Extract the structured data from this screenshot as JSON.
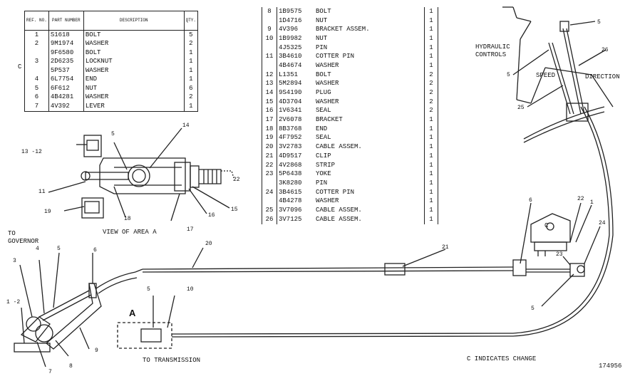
{
  "left_table": {
    "headers": {
      "ref": "REF. NO.",
      "part": "PART NUMBER",
      "desc": "DESCRIPTION",
      "qty": "QTY."
    },
    "rows": [
      {
        "ref": "1",
        "part": "S1618",
        "desc": "BOLT",
        "qty": "5"
      },
      {
        "ref": "2",
        "part": "9M1974",
        "desc": "WASHER",
        "qty": "2"
      },
      {
        "ref": "",
        "part": "9F6580",
        "desc": "BOLT",
        "qty": "1"
      },
      {
        "ref": "3",
        "part": "2D6235",
        "desc": "LOCKNUT",
        "qty": "1"
      },
      {
        "ref": "",
        "part": "5P537",
        "desc": "WASHER",
        "qty": "1"
      },
      {
        "ref": "4",
        "part": "6L7754",
        "desc": "END",
        "qty": "1"
      },
      {
        "ref": "5",
        "part": "6F612",
        "desc": "NUT",
        "qty": "6"
      },
      {
        "ref": "6",
        "part": "4B4281",
        "desc": "WASHER",
        "qty": "2"
      },
      {
        "ref": "7",
        "part": "4V392",
        "desc": "LEVER",
        "qty": "1"
      }
    ],
    "change_marker": "C"
  },
  "right_table": {
    "rows": [
      {
        "ref": "8",
        "part": "1B9575",
        "desc": "BOLT",
        "qty": "1"
      },
      {
        "ref": "",
        "part": "1D4716",
        "desc": "NUT",
        "qty": "1"
      },
      {
        "ref": "9",
        "part": "4V396",
        "desc": "BRACKET ASSEM.",
        "qty": "1"
      },
      {
        "ref": "10",
        "part": "1B9982",
        "desc": "NUT",
        "qty": "1"
      },
      {
        "ref": "",
        "part": "4J5325",
        "desc": "PIN",
        "qty": "1"
      },
      {
        "ref": "11",
        "part": "3B4610",
        "desc": "COTTER PIN",
        "qty": "1"
      },
      {
        "ref": "",
        "part": "4B4674",
        "desc": "WASHER",
        "qty": "1"
      },
      {
        "ref": "12",
        "part": "L1351",
        "desc": "BOLT",
        "qty": "2"
      },
      {
        "ref": "13",
        "part": "5M2894",
        "desc": "WASHER",
        "qty": "2"
      },
      {
        "ref": "14",
        "part": "9S4190",
        "desc": "PLUG",
        "qty": "2"
      },
      {
        "ref": "15",
        "part": "4D3704",
        "desc": "WASHER",
        "qty": "2"
      },
      {
        "ref": "16",
        "part": "1V6341",
        "desc": "SEAL",
        "qty": "2"
      },
      {
        "ref": "17",
        "part": "2V6078",
        "desc": "BRACKET",
        "qty": "1"
      },
      {
        "ref": "18",
        "part": "8B3768",
        "desc": "END",
        "qty": "1"
      },
      {
        "ref": "19",
        "part": "4F7952",
        "desc": "SEAL",
        "qty": "1"
      },
      {
        "ref": "20",
        "part": "3V2783",
        "desc": "CABLE ASSEM.",
        "qty": "1"
      },
      {
        "ref": "21",
        "part": "4D9517",
        "desc": "CLIP",
        "qty": "1"
      },
      {
        "ref": "22",
        "part": "4V2868",
        "desc": "STRIP",
        "qty": "1"
      },
      {
        "ref": "23",
        "part": "5P6438",
        "desc": "YOKE",
        "qty": "1"
      },
      {
        "ref": "",
        "part": "3K8280",
        "desc": "PIN",
        "qty": "1"
      },
      {
        "ref": "24",
        "part": "3B4615",
        "desc": "COTTER PIN",
        "qty": "1"
      },
      {
        "ref": "",
        "part": "4B4278",
        "desc": "WASHER",
        "qty": "1"
      },
      {
        "ref": "25",
        "part": "3V7096",
        "desc": "CABLE ASSEM.",
        "qty": "1"
      },
      {
        "ref": "26",
        "part": "3V7125",
        "desc": "CABLE ASSEM.",
        "qty": "1"
      }
    ]
  },
  "labels": {
    "view_of_area": "VIEW OF AREA A",
    "to_governor": "TO\nGOVERNOR",
    "to_transmission": "TO TRANSMISSION",
    "hydraulic_controls": "HYDRAULIC\nCONTROLS",
    "speed": "SPEED",
    "direction": "DIRECTION",
    "c_indicates_change": "C  INDICATES CHANGE",
    "drawing_number": "174956",
    "area_a": "A",
    "c_mark": "C"
  }
}
